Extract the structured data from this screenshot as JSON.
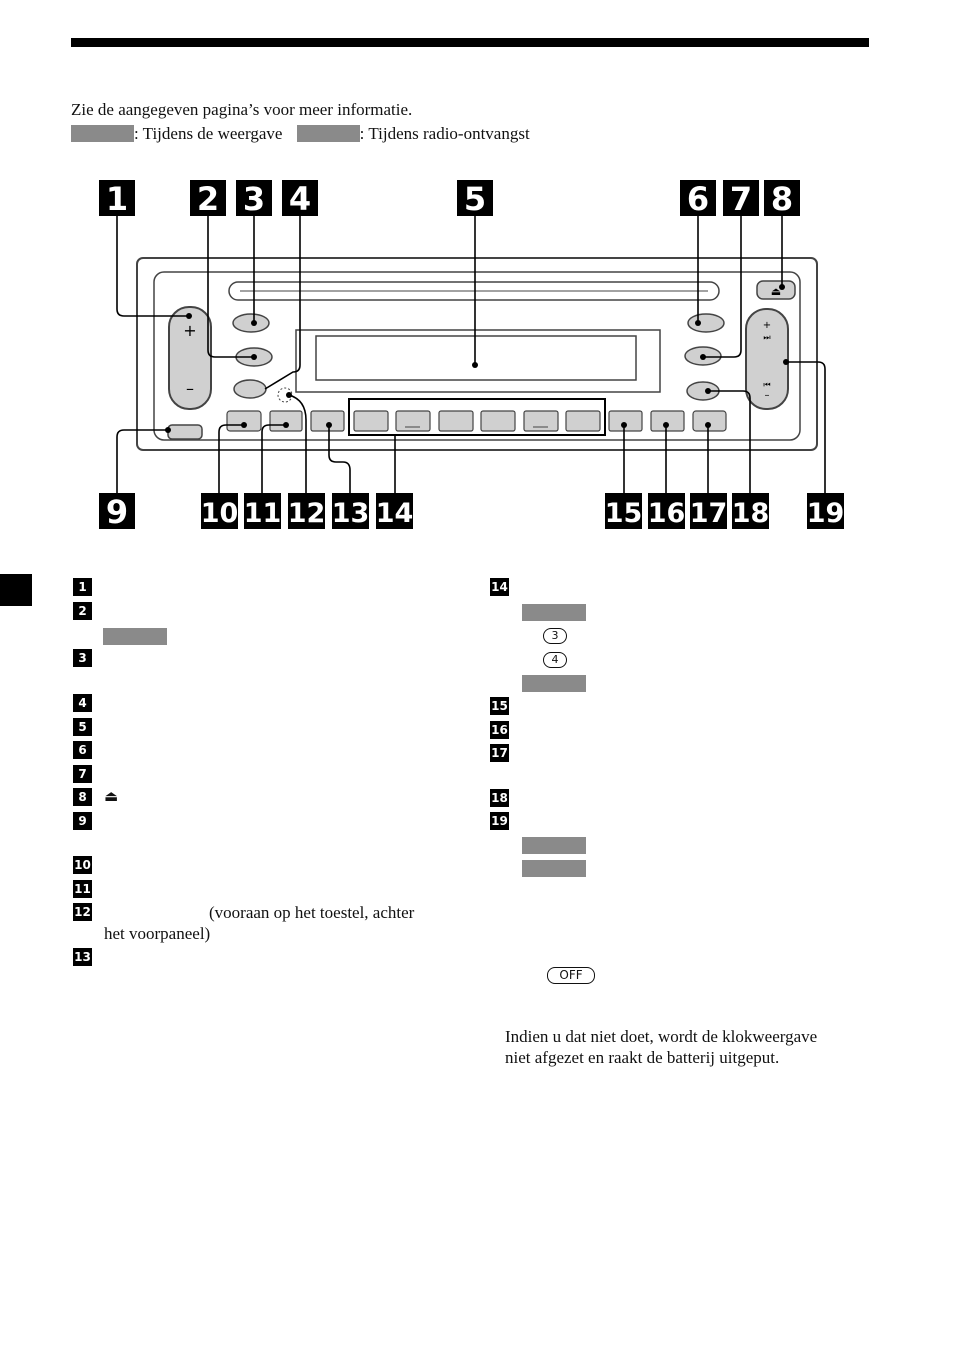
{
  "intro": "Zie de aangegeven pagina’s voor meer informatie.",
  "legend": {
    "playback": ": Tijdens de weergave",
    "radio": ": Tijdens radio-ontvangst"
  },
  "callouts": [
    "1",
    "2",
    "3",
    "4",
    "5",
    "6",
    "7",
    "8",
    "9",
    "10",
    "11",
    "12",
    "13",
    "14",
    "15",
    "16",
    "17",
    "18",
    "19"
  ],
  "panel": {
    "plus": "+",
    "minus": "–"
  },
  "left_items": [
    {
      "num": "1"
    },
    {
      "num": "2"
    },
    {
      "num": "3"
    },
    {
      "num": "4"
    },
    {
      "num": "5"
    },
    {
      "num": "6"
    },
    {
      "num": "7"
    },
    {
      "num": "8",
      "text": "⏏"
    },
    {
      "num": "9"
    },
    {
      "num": "10"
    },
    {
      "num": "11"
    },
    {
      "num": "12",
      "text": "(vooraan op het toestel, achter",
      "text2": "het voorpaneel)"
    },
    {
      "num": "13"
    }
  ],
  "right_items": [
    {
      "num": "14"
    },
    {
      "num": "15"
    },
    {
      "num": "16"
    },
    {
      "num": "17"
    },
    {
      "num": "18"
    },
    {
      "num": "19"
    }
  ],
  "preset_circles": [
    "3",
    "4"
  ],
  "off_label": "OFF",
  "note": "Indien u dat niet doet, wordt de klokweergave niet afgezet en raakt de batterij uitgeput."
}
